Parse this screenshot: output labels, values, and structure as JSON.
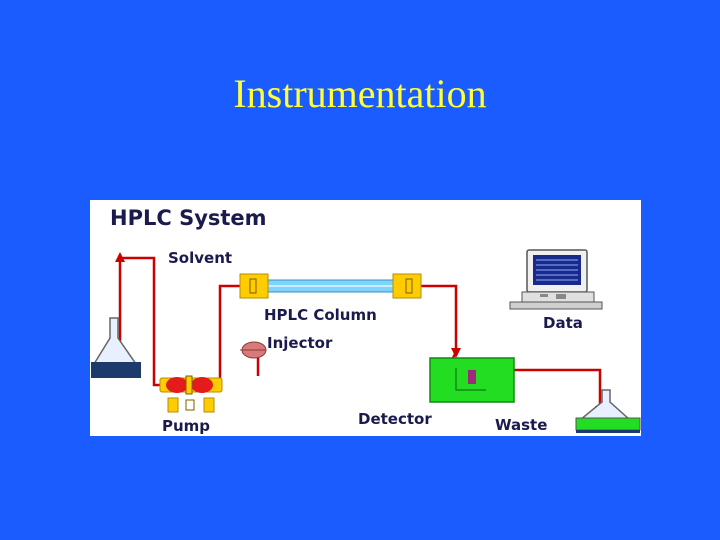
{
  "slide": {
    "title": "Instrumentation"
  },
  "diagram": {
    "title": "HPLC System",
    "labels": {
      "solvent": "Solvent",
      "column": "HPLC Column",
      "injector": "Injector",
      "pump": "Pump",
      "detector": "Detector",
      "waste": "Waste",
      "data": "Data"
    },
    "colors": {
      "background": "#1a5cff",
      "title": "#ffff33",
      "tubing": "#cc0000",
      "detector": "#22dd22",
      "column": "#7fd4ff",
      "fitting": "#ffcc00",
      "label": "#1a1a4d"
    }
  }
}
